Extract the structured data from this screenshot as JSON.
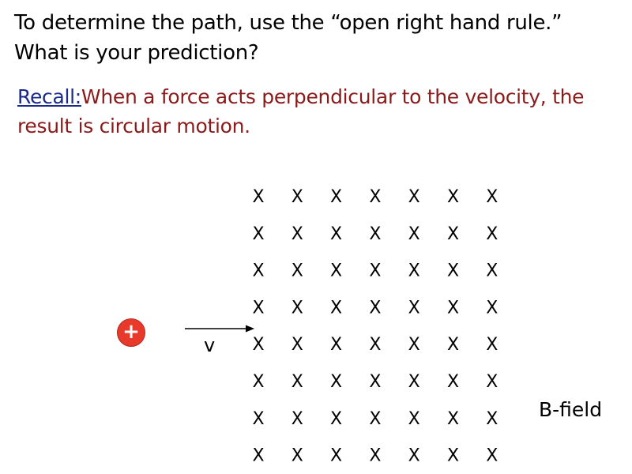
{
  "title": {
    "line1": "To determine the path, use the “open right hand rule.”",
    "line2": "What is your prediction?"
  },
  "recall": {
    "label": "Recall:",
    "text": "When a force acts perpendicular to the velocity, the result is circular motion."
  },
  "field": {
    "symbol": "X",
    "rows": 8,
    "cols": 7,
    "label": "B-field"
  },
  "charge": {
    "symbol": "+",
    "color": "#e8392b"
  },
  "velocity": {
    "label": "v"
  }
}
